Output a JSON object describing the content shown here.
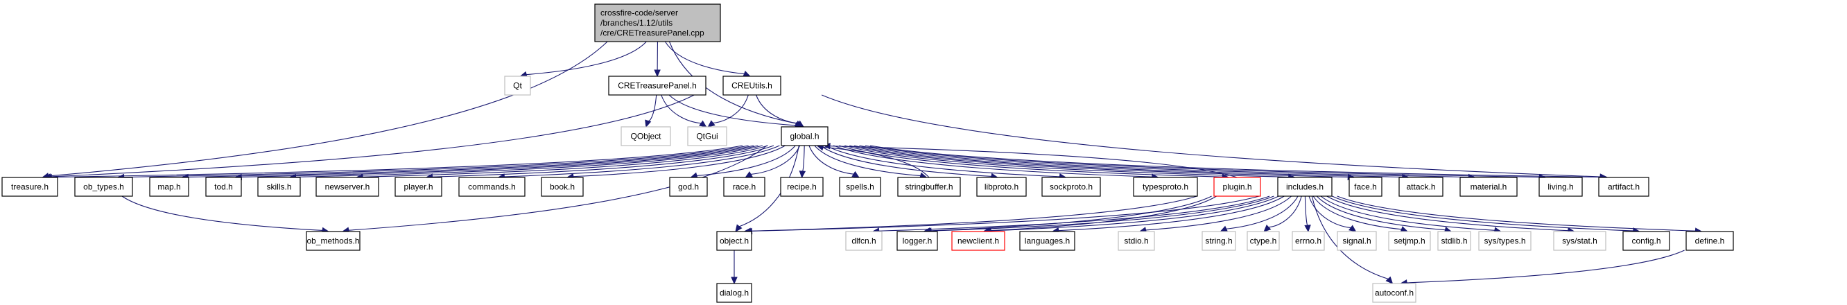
{
  "title": "crossfire-code/server/branches/1.12/utils/cre/CRETreasurePanel.cpp",
  "colors": {
    "edge": "#191970",
    "root_fill": "#bfbfbf",
    "documented_border": "#000000",
    "undocumented_border": "#bfbfbf",
    "missing_border": "#ff0000"
  },
  "nodes": [
    {
      "id": "root",
      "label": [
        "crossfire-code/server",
        "/branches/1.12/utils",
        "/cre/CRETreasurePanel.cpp"
      ],
      "kind": "root"
    },
    {
      "id": "qt",
      "label": [
        "Qt"
      ],
      "kind": "undocumented"
    },
    {
      "id": "cretreasurepanel_h",
      "label": [
        "CRETreasurePanel.h"
      ],
      "kind": "documented"
    },
    {
      "id": "creutils_h",
      "label": [
        "CREUtils.h"
      ],
      "kind": "documented"
    },
    {
      "id": "qobject",
      "label": [
        "QObject"
      ],
      "kind": "undocumented"
    },
    {
      "id": "qtgui",
      "label": [
        "QtGui"
      ],
      "kind": "undocumented"
    },
    {
      "id": "global_h",
      "label": [
        "global.h"
      ],
      "kind": "documented"
    },
    {
      "id": "treasure_h",
      "label": [
        "treasure.h"
      ],
      "kind": "documented"
    },
    {
      "id": "ob_types_h",
      "label": [
        "ob_types.h"
      ],
      "kind": "documented"
    },
    {
      "id": "map_h",
      "label": [
        "map.h"
      ],
      "kind": "documented"
    },
    {
      "id": "tod_h",
      "label": [
        "tod.h"
      ],
      "kind": "documented"
    },
    {
      "id": "skills_h",
      "label": [
        "skills.h"
      ],
      "kind": "documented"
    },
    {
      "id": "newserver_h",
      "label": [
        "newserver.h"
      ],
      "kind": "documented"
    },
    {
      "id": "player_h",
      "label": [
        "player.h"
      ],
      "kind": "documented"
    },
    {
      "id": "commands_h",
      "label": [
        "commands.h"
      ],
      "kind": "documented"
    },
    {
      "id": "book_h",
      "label": [
        "book.h"
      ],
      "kind": "documented"
    },
    {
      "id": "god_h",
      "label": [
        "god.h"
      ],
      "kind": "documented"
    },
    {
      "id": "race_h",
      "label": [
        "race.h"
      ],
      "kind": "documented"
    },
    {
      "id": "recipe_h",
      "label": [
        "recipe.h"
      ],
      "kind": "documented"
    },
    {
      "id": "spells_h",
      "label": [
        "spells.h"
      ],
      "kind": "documented"
    },
    {
      "id": "stringbuffer_h",
      "label": [
        "stringbuffer.h"
      ],
      "kind": "documented"
    },
    {
      "id": "libproto_h",
      "label": [
        "libproto.h"
      ],
      "kind": "documented"
    },
    {
      "id": "sockproto_h",
      "label": [
        "sockproto.h"
      ],
      "kind": "documented"
    },
    {
      "id": "typesproto_h",
      "label": [
        "typesproto.h"
      ],
      "kind": "documented"
    },
    {
      "id": "plugin_h",
      "label": [
        "plugin.h"
      ],
      "kind": "missing"
    },
    {
      "id": "includes_h",
      "label": [
        "includes.h"
      ],
      "kind": "documented"
    },
    {
      "id": "face_h",
      "label": [
        "face.h"
      ],
      "kind": "documented"
    },
    {
      "id": "attack_h",
      "label": [
        "attack.h"
      ],
      "kind": "documented"
    },
    {
      "id": "material_h",
      "label": [
        "material.h"
      ],
      "kind": "documented"
    },
    {
      "id": "living_h",
      "label": [
        "living.h"
      ],
      "kind": "documented"
    },
    {
      "id": "artifact_h",
      "label": [
        "artifact.h"
      ],
      "kind": "documented"
    },
    {
      "id": "ob_methods_h",
      "label": [
        "ob_methods.h"
      ],
      "kind": "documented"
    },
    {
      "id": "object_h",
      "label": [
        "object.h"
      ],
      "kind": "documented"
    },
    {
      "id": "dialog_h",
      "label": [
        "dialog.h"
      ],
      "kind": "documented"
    },
    {
      "id": "dlfcn_h",
      "label": [
        "dlfcn.h"
      ],
      "kind": "undocumented"
    },
    {
      "id": "logger_h",
      "label": [
        "logger.h"
      ],
      "kind": "documented"
    },
    {
      "id": "newclient_h",
      "label": [
        "newclient.h"
      ],
      "kind": "missing"
    },
    {
      "id": "languages_h",
      "label": [
        "languages.h"
      ],
      "kind": "documented"
    },
    {
      "id": "stdio_h",
      "label": [
        "stdio.h"
      ],
      "kind": "undocumented"
    },
    {
      "id": "string_h",
      "label": [
        "string.h"
      ],
      "kind": "undocumented"
    },
    {
      "id": "ctype_h",
      "label": [
        "ctype.h"
      ],
      "kind": "undocumented"
    },
    {
      "id": "errno_h",
      "label": [
        "errno.h"
      ],
      "kind": "undocumented"
    },
    {
      "id": "signal_h",
      "label": [
        "signal.h"
      ],
      "kind": "undocumented"
    },
    {
      "id": "setjmp_h",
      "label": [
        "setjmp.h"
      ],
      "kind": "undocumented"
    },
    {
      "id": "stdlib_h",
      "label": [
        "stdlib.h"
      ],
      "kind": "undocumented"
    },
    {
      "id": "sys_types_h",
      "label": [
        "sys/types.h"
      ],
      "kind": "undocumented"
    },
    {
      "id": "sys_stat_h",
      "label": [
        "sys/stat.h"
      ],
      "kind": "undocumented"
    },
    {
      "id": "config_h",
      "label": [
        "config.h"
      ],
      "kind": "documented"
    },
    {
      "id": "define_h",
      "label": [
        "define.h"
      ],
      "kind": "documented"
    },
    {
      "id": "autoconf_h",
      "label": [
        "autoconf.h"
      ],
      "kind": "undocumented"
    }
  ],
  "edges": [
    [
      "root",
      "qt"
    ],
    [
      "root",
      "cretreasurepanel_h"
    ],
    [
      "root",
      "creutils_h"
    ],
    [
      "root",
      "global_h"
    ],
    [
      "root",
      "treasure_h"
    ],
    [
      "cretreasurepanel_h",
      "qobject"
    ],
    [
      "cretreasurepanel_h",
      "qtgui"
    ],
    [
      "cretreasurepanel_h",
      "global_h"
    ],
    [
      "creutils_h",
      "qtgui"
    ],
    [
      "creutils_h",
      "global_h"
    ],
    [
      "creutils_h",
      "treasure_h"
    ],
    [
      "creutils_h",
      "artifact_h"
    ],
    [
      "global_h",
      "treasure_h"
    ],
    [
      "global_h",
      "ob_types_h"
    ],
    [
      "global_h",
      "map_h"
    ],
    [
      "global_h",
      "tod_h"
    ],
    [
      "global_h",
      "skills_h"
    ],
    [
      "global_h",
      "newserver_h"
    ],
    [
      "global_h",
      "player_h"
    ],
    [
      "global_h",
      "commands_h"
    ],
    [
      "global_h",
      "book_h"
    ],
    [
      "global_h",
      "god_h"
    ],
    [
      "global_h",
      "race_h"
    ],
    [
      "global_h",
      "recipe_h"
    ],
    [
      "global_h",
      "spells_h"
    ],
    [
      "global_h",
      "stringbuffer_h"
    ],
    [
      "global_h",
      "libproto_h"
    ],
    [
      "global_h",
      "sockproto_h"
    ],
    [
      "global_h",
      "typesproto_h"
    ],
    [
      "global_h",
      "plugin_h"
    ],
    [
      "global_h",
      "includes_h"
    ],
    [
      "global_h",
      "face_h"
    ],
    [
      "global_h",
      "attack_h"
    ],
    [
      "global_h",
      "material_h"
    ],
    [
      "global_h",
      "living_h"
    ],
    [
      "global_h",
      "artifact_h"
    ],
    [
      "global_h",
      "ob_methods_h"
    ],
    [
      "global_h",
      "object_h"
    ],
    [
      "stringbuffer_h",
      "global_h"
    ],
    [
      "plugin_h",
      "global_h"
    ],
    [
      "ob_types_h",
      "ob_methods_h"
    ],
    [
      "object_h",
      "dialog_h"
    ],
    [
      "plugin_h",
      "logger_h"
    ],
    [
      "plugin_h",
      "newclient_h"
    ],
    [
      "plugin_h",
      "object_h"
    ],
    [
      "includes_h",
      "object_h"
    ],
    [
      "includes_h",
      "dlfcn_h"
    ],
    [
      "includes_h",
      "logger_h"
    ],
    [
      "includes_h",
      "newclient_h"
    ],
    [
      "includes_h",
      "languages_h"
    ],
    [
      "includes_h",
      "stdio_h"
    ],
    [
      "includes_h",
      "string_h"
    ],
    [
      "includes_h",
      "ctype_h"
    ],
    [
      "includes_h",
      "errno_h"
    ],
    [
      "includes_h",
      "signal_h"
    ],
    [
      "includes_h",
      "setjmp_h"
    ],
    [
      "includes_h",
      "stdlib_h"
    ],
    [
      "includes_h",
      "sys_types_h"
    ],
    [
      "includes_h",
      "sys_stat_h"
    ],
    [
      "includes_h",
      "config_h"
    ],
    [
      "includes_h",
      "define_h"
    ],
    [
      "includes_h",
      "autoconf_h"
    ],
    [
      "define_h",
      "autoconf_h"
    ]
  ]
}
